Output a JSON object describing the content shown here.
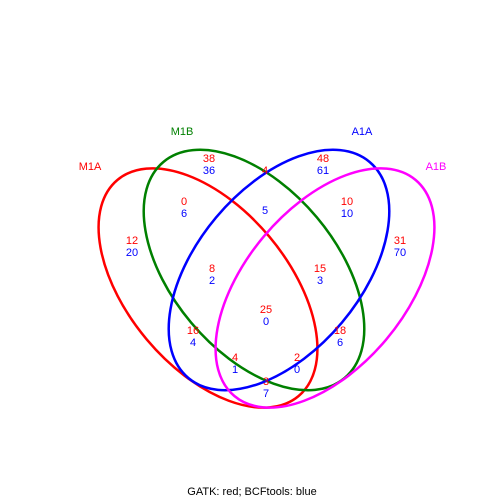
{
  "sets": [
    {
      "name": "M1A",
      "color": "#ff0000"
    },
    {
      "name": "M1B",
      "color": "#008000"
    },
    {
      "name": "A1A",
      "color": "#0000ff"
    },
    {
      "name": "A1B",
      "color": "#ff00ff"
    }
  ],
  "value_colors": {
    "gatk": "#ff0000",
    "bcftools": "#0000ff"
  },
  "regions": [
    {
      "sets": "M1B",
      "gatk": "38",
      "bcftools": "36"
    },
    {
      "sets": "A1A",
      "gatk": "48",
      "bcftools": "61"
    },
    {
      "sets": "M1A+M1B",
      "gatk": "0",
      "bcftools": "6"
    },
    {
      "sets": "M1B+A1A",
      "gatk": "4",
      "bcftools": "5"
    },
    {
      "sets": "A1A+A1B",
      "gatk": "10",
      "bcftools": "10"
    },
    {
      "sets": "M1A",
      "gatk": "12",
      "bcftools": "20"
    },
    {
      "sets": "A1B",
      "gatk": "31",
      "bcftools": "70"
    },
    {
      "sets": "M1A+M1B+A1A",
      "gatk": "8",
      "bcftools": "2"
    },
    {
      "sets": "M1B+A1A+A1B",
      "gatk": "15",
      "bcftools": "3"
    },
    {
      "sets": "M1A+M1B+A1A+A1B",
      "gatk": "25",
      "bcftools": "0"
    },
    {
      "sets": "M1A+A1A",
      "gatk": "16",
      "bcftools": "4"
    },
    {
      "sets": "M1B+A1B",
      "gatk": "18",
      "bcftools": "6"
    },
    {
      "sets": "M1A+A1A+A1B",
      "gatk": "4",
      "bcftools": "1"
    },
    {
      "sets": "M1A+M1B+A1B",
      "gatk": "2",
      "bcftools": "0"
    },
    {
      "sets": "M1A+A1B",
      "gatk": "3",
      "bcftools": "7"
    }
  ],
  "caption": "GATK: red; BCFtools: blue"
}
